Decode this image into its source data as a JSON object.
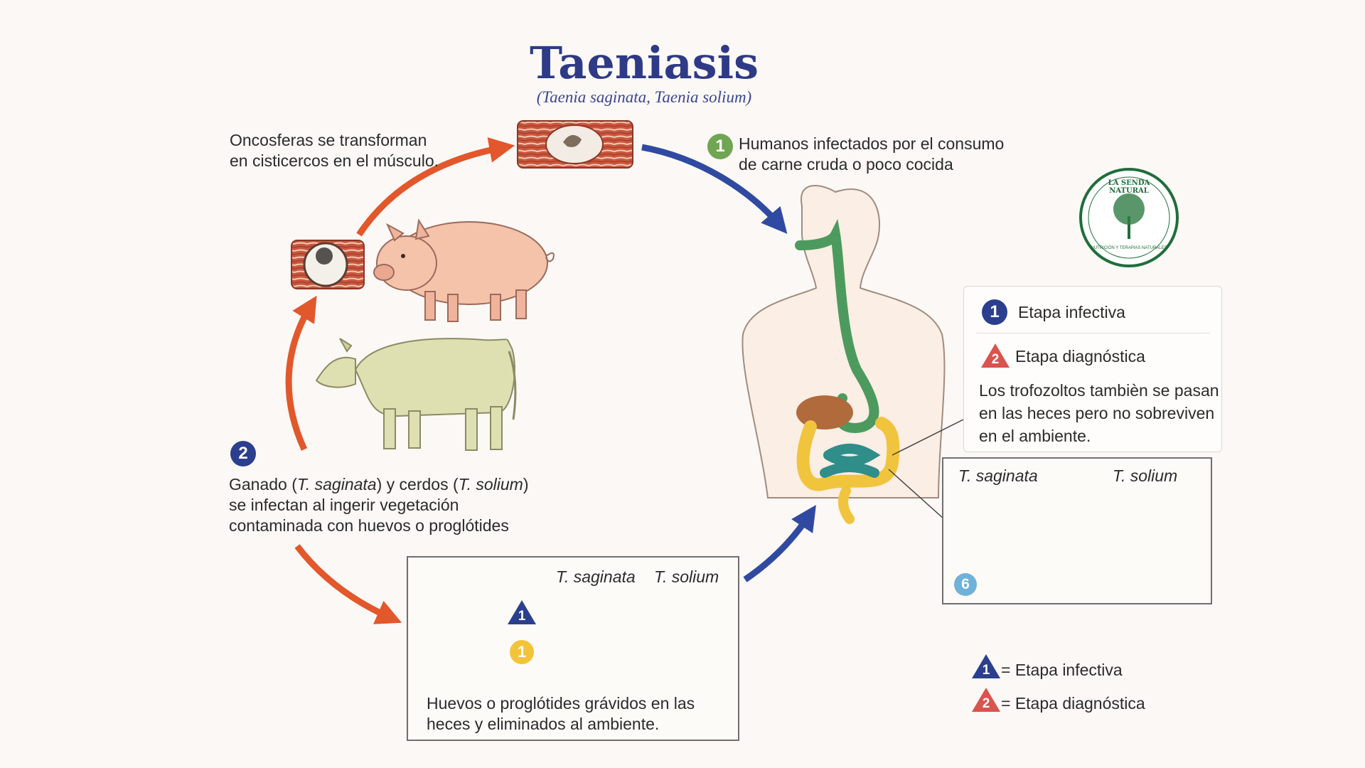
{
  "title": "Taeniasis",
  "subtitle": "(Taenia saginata, Taenia solium)",
  "steps": {
    "muscle": "Oncosferas se transforman\nen cisticercos en el músculo.",
    "human_num": "1",
    "human": "Humanos infectados por el consumo\nde carne cruda o poco cocida",
    "animals_num": "2",
    "animals_parts": [
      "Ganado (",
      "T. saginata",
      ") y cerdos (",
      "T. solium",
      ")"
    ],
    "animals_rest": "se infectan al ingerir vegetación\ncontaminada con huevos o proglótides",
    "eggs": "Huevos o proglótides grávidos en las\nheces y eliminados al ambiente."
  },
  "bottom_box": {
    "tri_num": "1",
    "circle_num": "1",
    "col1": "T. saginata",
    "col2": "T. solium"
  },
  "right_box": {
    "col1": "T. saginata",
    "col2": "T. solium",
    "num": "6"
  },
  "info_box": {
    "infective_num": "1",
    "infective": "Etapa infectiva",
    "diagnostic_num": "2",
    "diagnostic": "Etapa diagnóstica",
    "note": "Los trofozoltos tambièn se pasan\nen las heces pero no sobreviven\nen el ambiente."
  },
  "legend": {
    "infective_num": "1",
    "infective": "= Etapa infectiva",
    "diagnostic_num": "2",
    "diagnostic": "= Etapa diagnóstica"
  },
  "logo": {
    "top_text": "LA SENDA NATURAL",
    "bottom_text": "NUTRICIÓN Y TERAPIAS NATURALES"
  },
  "colors": {
    "title": "#2e3a86",
    "arrow_orange": "#e2572b",
    "arrow_blue": "#2f4aa0",
    "infective_blue": "#2b3f8e",
    "diagnostic_red": "#d9534f",
    "green_badge": "#6fa553",
    "light_blue_badge": "#6fb1d8",
    "yellow_badge": "#f3c43a"
  }
}
